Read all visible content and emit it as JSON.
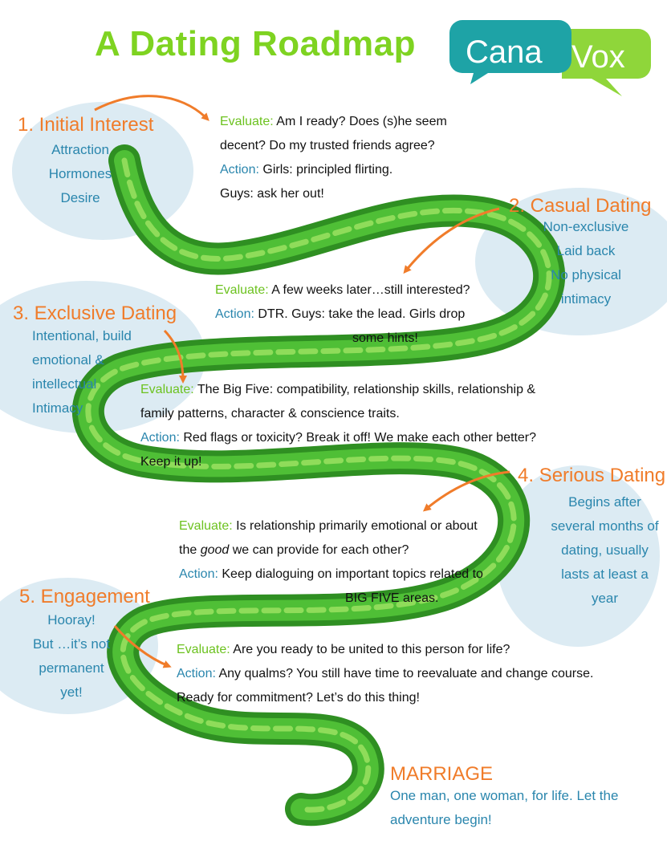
{
  "title": "A Dating Roadmap",
  "logo": {
    "part1": "Cana",
    "part2": "Vox"
  },
  "colors": {
    "title_green": "#7ed321",
    "stage_orange": "#f07c2a",
    "stage_blue": "#2a86ad",
    "evaluate_green": "#6cc21f",
    "bubble_blue": "#dcebf3",
    "road_green": "#3ea82a",
    "logo_teal": "#1ea3a6",
    "logo_lime": "#8fd63a"
  },
  "stages": {
    "initial": {
      "title": "1. Initial Interest",
      "lines": [
        "Attraction",
        "Hormones",
        "Desire"
      ]
    },
    "casual": {
      "title": "2. Casual Dating",
      "lines": [
        "Non-exclusive",
        "Laid back",
        "No physical",
        "intimacy"
      ]
    },
    "exclusive": {
      "title": "3. Exclusive Dating",
      "lines": [
        "Intentional, build",
        "emotional &",
        "intellectual",
        "Intimacy"
      ]
    },
    "serious": {
      "title": "4. Serious Dating",
      "lines": [
        "Begins after",
        "several months of",
        "dating, usually",
        "lasts at least a",
        "year"
      ]
    },
    "engagement": {
      "title": "5. Engagement",
      "lines": [
        "Hooray!",
        "But …it’s not",
        "permanent",
        "yet!"
      ]
    }
  },
  "blocks": {
    "b1": {
      "eval_label": "Evaluate:",
      "eval_lines": [
        " Am I ready? Does (s)he seem",
        "decent? Do my trusted friends agree?"
      ],
      "act_label": "Action:",
      "act_lines": [
        " Girls: principled flirting.",
        "Guys: ask her out!"
      ]
    },
    "b2": {
      "eval_label": "Evaluate:",
      "eval_lines": [
        " A few weeks later…still interested?"
      ],
      "act_label": "Action:",
      "act_lines": [
        " DTR. Guys: take the lead. Girls drop",
        "some hints!"
      ]
    },
    "b3": {
      "eval_label": "Evaluate:",
      "eval_lines": [
        " The Big Five: compatibility, relationship skills, relationship &",
        "family patterns, character & conscience traits."
      ],
      "act_label": "Action:",
      "act_lines": [
        " Red flags or toxicity? Break it off! We make each other better?",
        "Keep it up!"
      ]
    },
    "b4": {
      "eval_label": "Evaluate:",
      "eval_lines": [
        " Is relationship primarily emotional or about"
      ],
      "eval_line2_pre": "the ",
      "eval_line2_em": "good",
      "eval_line2_post": " we can provide for each other?",
      "act_label": "Action:",
      "act_lines": [
        " Keep dialoguing on important topics related to",
        "BIG FIVE areas."
      ]
    },
    "b5": {
      "eval_label": "Evaluate:",
      "eval_lines": [
        " Are you ready to be united to this person for life?"
      ],
      "act_label": "Action:",
      "act_lines": [
        " Any qualms? You still have time to reevaluate and change course.",
        "Ready for commitment? Let’s do this thing!"
      ]
    }
  },
  "marriage": {
    "title": "MARRIAGE",
    "lines": [
      "One man, one woman, for life. Let the",
      "adventure begin!"
    ]
  }
}
